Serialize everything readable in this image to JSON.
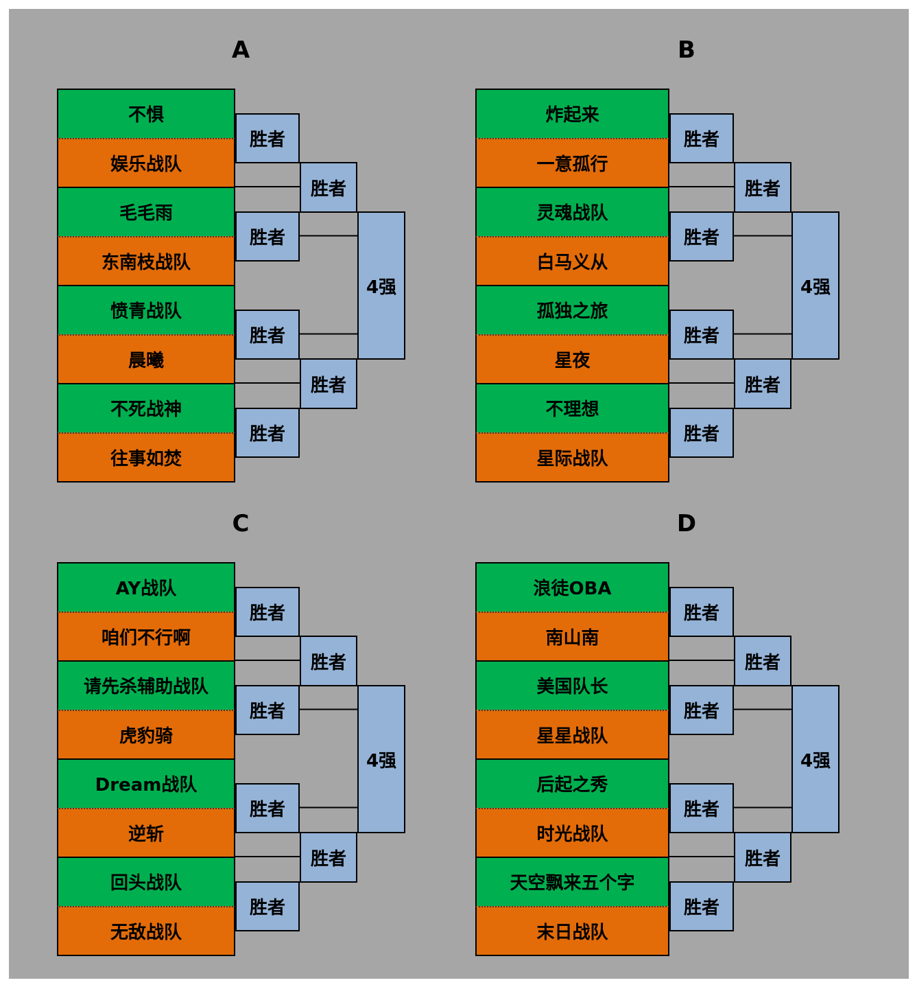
{
  "colors": {
    "background": "#a6a6a6",
    "team_a": "#00b050",
    "team_b": "#e36c09",
    "winner_box": "#95b3d7"
  },
  "winner_label": "胜者",
  "final_label": "4强",
  "groups": [
    {
      "title": "A",
      "teams": [
        "不惧",
        "娱乐战队",
        "毛毛雨",
        "东南枝战队",
        "愤青战队",
        "晨曦",
        "不死战神",
        "往事如焚"
      ]
    },
    {
      "title": "B",
      "teams": [
        "炸起来",
        "一意孤行",
        "灵魂战队",
        "白马义从",
        "孤独之旅",
        "星夜",
        "不理想",
        "星际战队"
      ]
    },
    {
      "title": "C",
      "teams": [
        "AY战队",
        "咱们不行啊",
        "请先杀辅助战队",
        "虎豹骑",
        "Dream战队",
        "逆斩",
        "回头战队",
        "无敌战队"
      ]
    },
    {
      "title": "D",
      "teams": [
        "浪徒OBA",
        "南山南",
        "美国队长",
        "星星战队",
        "后起之秀",
        "时光战队",
        "天空飘来五个字",
        "末日战队"
      ]
    }
  ]
}
